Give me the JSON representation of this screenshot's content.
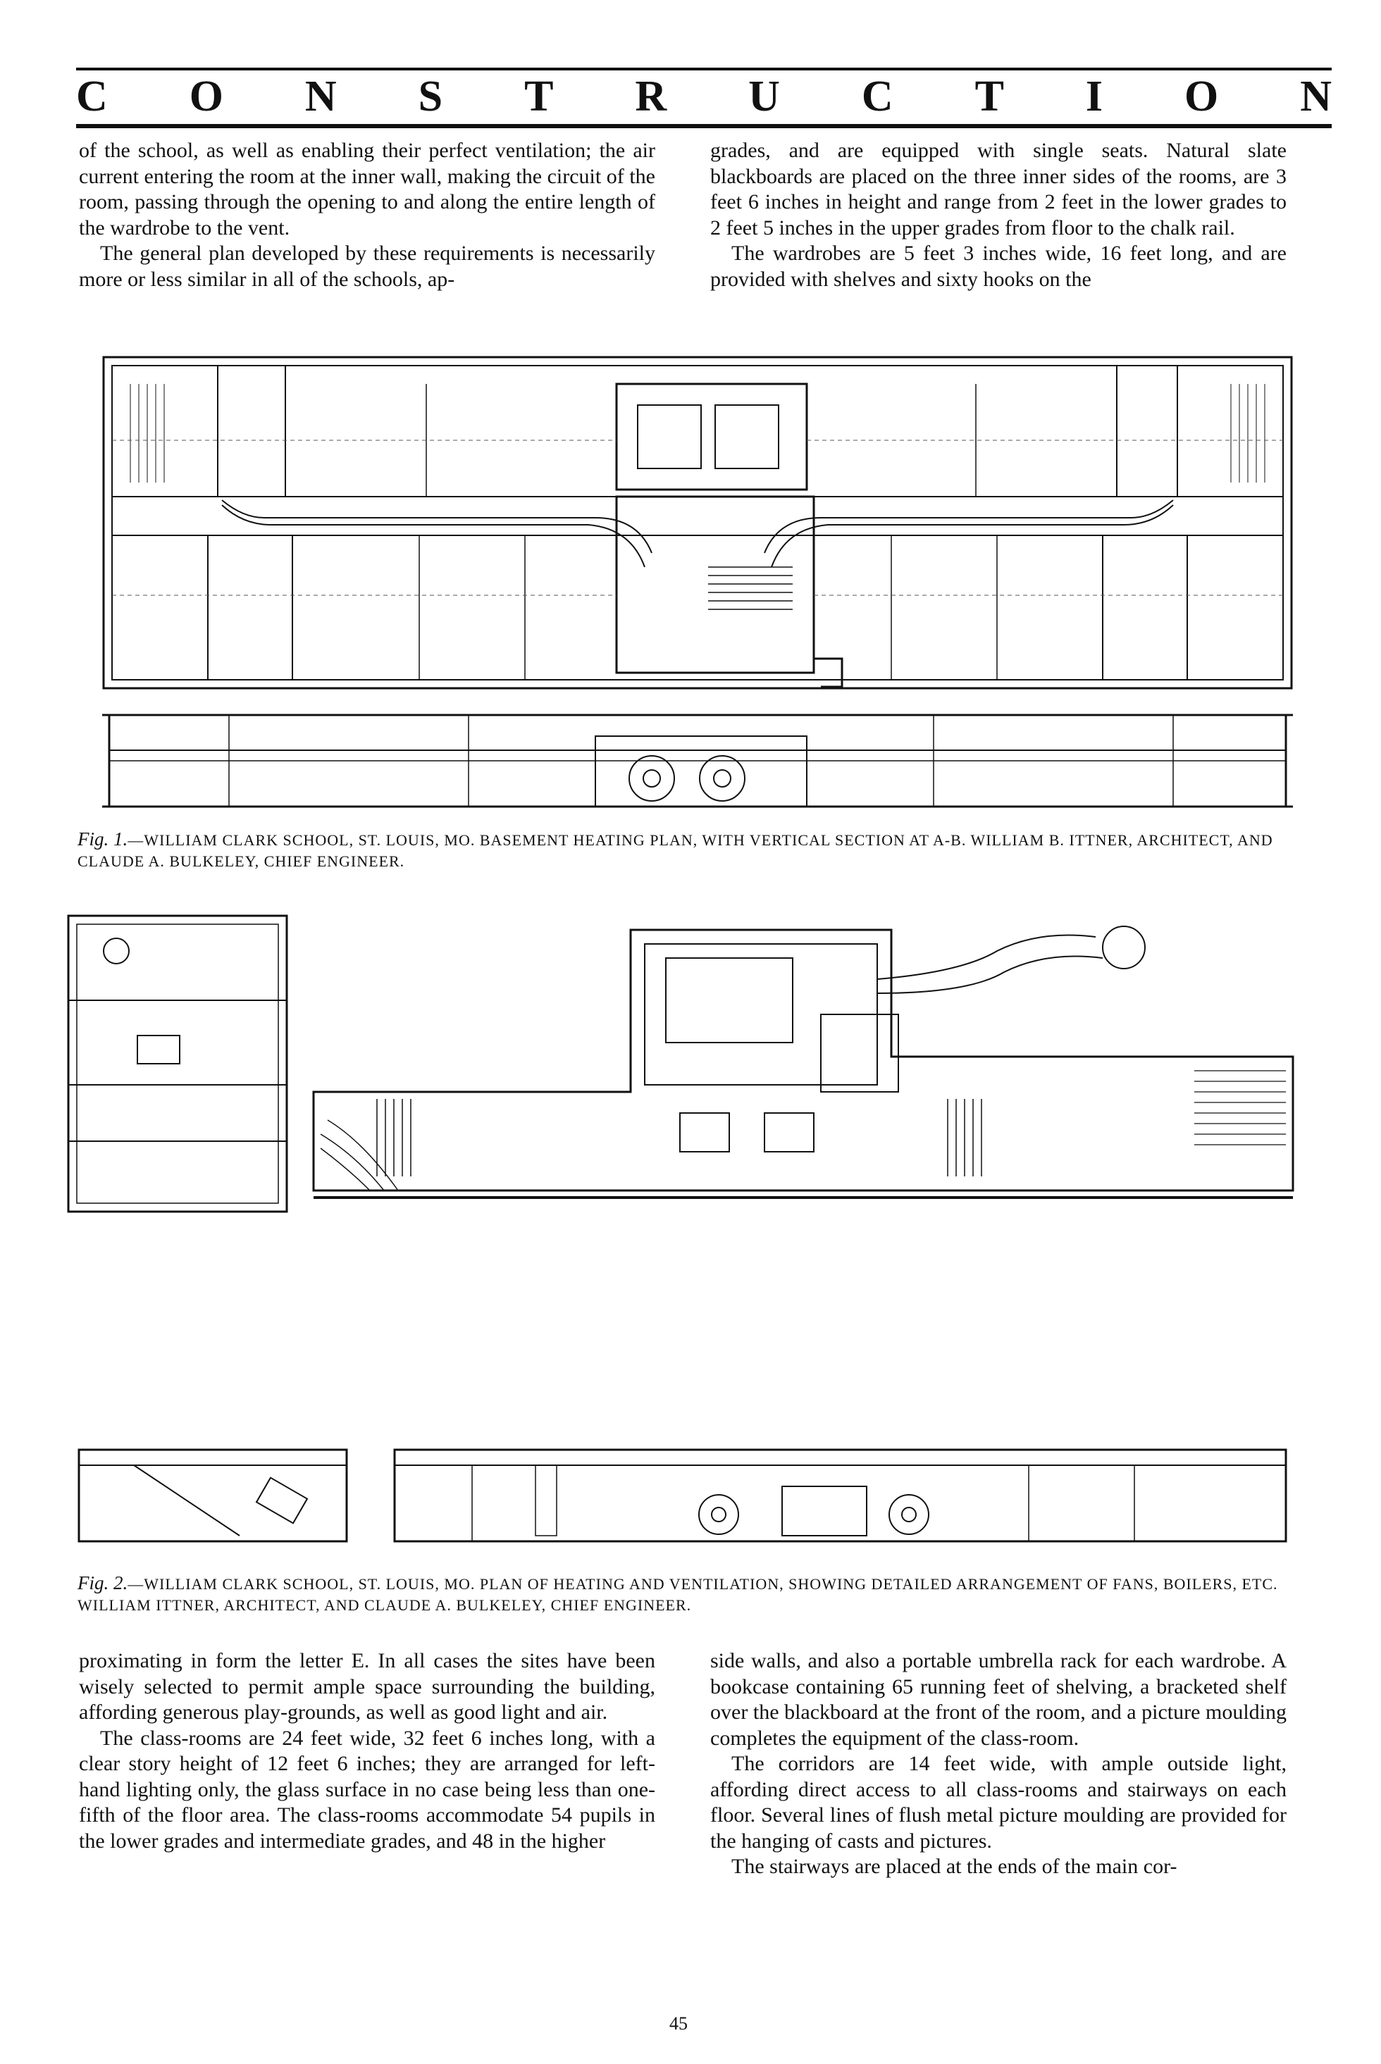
{
  "masthead": {
    "letters": [
      "C",
      "O",
      "N",
      "S",
      "T",
      "R",
      "U",
      "C",
      "T",
      "I",
      "O",
      "N"
    ]
  },
  "top_left": {
    "p1": "of the school, as well as enabling their perfect ventilation; the air current entering the room at the inner wall, making the circuit of the room, passing through the opening to and along the entire length of the wardrobe to the vent.",
    "p2": "The general plan developed by these requirements is necessarily more or less similar in all of the schools, ap-"
  },
  "top_right": {
    "p1": "grades, and are equipped with single seats. Natural slate blackboards are placed on the three inner sides of the rooms, are 3 feet 6 inches in height and range from 2 feet in the lower grades to 2 feet 5 inches in the upper grades from floor to the chalk rail.",
    "p2": "The wardrobes are 5 feet 3 inches wide, 16 feet long, and are provided with shelves and sixty hooks on the"
  },
  "fig1": {
    "label": "Fig. 1.",
    "caption": "—William Clark School, St. Louis, Mo. Basement Heating Plan, with Vertical Section at A-B. William B. Ittner, Architect, and Claude A. Bulkeley, Chief Engineer."
  },
  "fig2": {
    "label": "Fig. 2.",
    "caption": "—William Clark School, St. Louis, Mo. Plan of Heating and Ventilation, Showing Detailed Arrangement of Fans, Boilers, etc. William Ittner, Architect, and Claude A. Bulkeley, Chief Engineer."
  },
  "bottom_left": {
    "p1": "proximating in form the letter E. In all cases the sites have been wisely selected to permit ample space surrounding the building, affording generous play-grounds, as well as good light and air.",
    "p2": "The class-rooms are 24 feet wide, 32 feet 6 inches long, with a clear story height of 12 feet 6 inches; they are arranged for left-hand lighting only, the glass surface in no case being less than one-fifth of the floor area. The class-rooms accommodate 54 pupils in the lower grades and intermediate grades, and 48 in the higher"
  },
  "bottom_right": {
    "p1": "side walls, and also a portable umbrella rack for each wardrobe. A bookcase containing 65 running feet of shelving, a bracketed shelf over the blackboard at the front of the room, and a picture moulding completes the equipment of the class-room.",
    "p2": "The corridors are 14 feet wide, with ample outside light, affording direct access to all class-rooms and stairways on each floor. Several lines of flush metal picture moulding are provided for the hanging of casts and pictures.",
    "p3": "The stairways are placed at the ends of the main cor-"
  },
  "page_number": "45"
}
